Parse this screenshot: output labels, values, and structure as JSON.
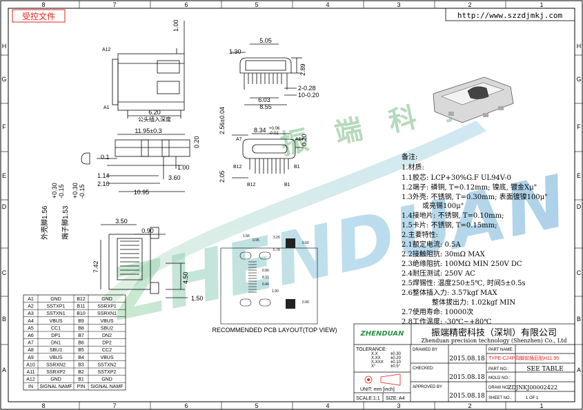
{
  "doc": {
    "stamp": "受控文件",
    "url": "http://www.szzdjmkj.com",
    "watermark_text": "振端科技",
    "watermark_brand": "ZHENDUAN",
    "view_label": "公头插入深度"
  },
  "border": {
    "columns_top": [
      "8",
      "7",
      "6",
      "5",
      "4",
      "3",
      "2",
      "1"
    ],
    "columns_bottom": [
      "8",
      "7",
      "6",
      "5",
      "4",
      "3",
      "2",
      "1"
    ],
    "rows_left": [
      "H",
      "G",
      "F",
      "E",
      "D",
      "C",
      "B",
      "A"
    ],
    "rows_right": [
      "H",
      "G",
      "F",
      "E",
      "D",
      "C",
      "B",
      "A"
    ]
  },
  "dims": {
    "top_view": [
      "1.00",
      "A12",
      "A1",
      "6.20"
    ],
    "front_view": [
      "5.05",
      "1.30",
      "2.89",
      "2-0.28",
      "10-0.20",
      "6.03",
      "8.55"
    ],
    "side_view": [
      "11.95±0.3",
      "0.1",
      "1.14",
      "2.10",
      "1.00",
      "3.60",
      "10.95",
      "0.20"
    ],
    "front2": [
      "2.56±0.04",
      "8.34",
      "+0.06",
      "-0.02",
      "0.20",
      "A7",
      "A1",
      "B12",
      "B1",
      "B12",
      "B1",
      "2.05"
    ],
    "bottom_view": [
      "3.50",
      "0.90",
      "7.42",
      "4.50",
      "1.50"
    ],
    "vertical": [
      "外壳脚1.56",
      "+0.30",
      "-0.15",
      "端子脚1.53",
      "+0.30",
      "-0.15"
    ],
    "pcb": [
      "1.56",
      "0.95",
      "3.25",
      "0.60",
      "5.78",
      "0.90",
      "8.31",
      "0.40",
      "1.90",
      "0.90"
    ]
  },
  "pcb_title": "RECOMMENDED PCB LAYOUT(TOP VIEW)",
  "notes": [
    "备注:",
    "1.材质:",
    "1.1胶芯: LCP+30%G.F  UL94V-0",
    "1.2端子: 磷铜, T=0.12mm; 镍底, 镀金Xμ\"",
    "1.3外壳: 不锈钢, T=0.30mm; 表面镀镍100μ\"",
    "或亮锡100μ\"",
    "1.4接地片: 不锈钢, T=0.10mm;",
    "1.5卡片: 不锈钢, T=0.15mm;",
    "2.主要特性:",
    "2.1额定电流: 0.5A",
    "2.2接触阻抗: 30mΩ MAX",
    "2.3绝缘阻抗: 100MΩ  MIN 250V DC",
    "2.4耐压测试: 250V AC",
    "2.5焊锡性: 温度250±5℃, 时间5±0.5s",
    "2.6整体插入力: 3.57kgf  MAX",
    "整体拔出力: 1.02kgf  MIN",
    "2.7使用寿命: 10000次",
    "2.8工作温度: -30℃~+80℃"
  ],
  "pin_table": {
    "headers": [
      "IN",
      "SIGNAL NAMF",
      "PIN",
      "SIGNAL NAMF"
    ],
    "rows": [
      [
        "A1",
        "GND",
        "B12",
        "GND"
      ],
      [
        "A2",
        "SSTXP1",
        "B11",
        "SSRXP1"
      ],
      [
        "A3",
        "SSTXN1",
        "B10",
        "SSRXN1"
      ],
      [
        "A4",
        "VBUS",
        "B9",
        "VBUS"
      ],
      [
        "A5",
        "CC1",
        "B8",
        "SBU2"
      ],
      [
        "A6",
        "DP1",
        "B7",
        "DN2"
      ],
      [
        "A7",
        "DN1",
        "B6",
        "DP2"
      ],
      [
        "A8",
        "SBU1",
        "B5",
        "CC2"
      ],
      [
        "A9",
        "VBUS",
        "B4",
        "VBUS"
      ],
      [
        "A10",
        "SSRXN2",
        "B3",
        "SSTXN2"
      ],
      [
        "A11",
        "SSRXP2",
        "B2",
        "SSTXP2"
      ],
      [
        "A12",
        "GND",
        "B1",
        "GND"
      ]
    ]
  },
  "title_block": {
    "company_cn": "振端精密科技（深圳）有限公司",
    "company_en": "Zhenduan precision technology (Shenzhen) Co., Ltd",
    "logo": "ZHENDUAN",
    "tolerance_label": "TOLERANCE:",
    "tolerances": [
      "X.X",
      "±0.30",
      "X.XX",
      "±0.20",
      "X.XXX",
      "±0.10",
      "X°",
      "±0.5°"
    ],
    "unit": "UNIT: mm [inch]",
    "scale": "SCALE:1:1",
    "size": "SIZE: A4",
    "drawn_by": "DRAWED BY",
    "checked": "CHECKED:",
    "approved": "APPROVED BY",
    "date1": "2015.08.18",
    "date2": "2015.08.18",
    "date3": "2015.08.18",
    "part_name_label": "PART NAME:",
    "part_name": "TYPE-C24P四脚前插后贴H11.95",
    "part_no_label": "PART NO.:",
    "part_no": "SEE TABLE",
    "mold_no_label": "MOLD NO.:",
    "draw_no_label": "DRAW NO.:",
    "draw_no": "ZDJNKJ00002422",
    "sheet_no_label": "SHEET NO.:",
    "sheet_no": "1 OF 1"
  }
}
